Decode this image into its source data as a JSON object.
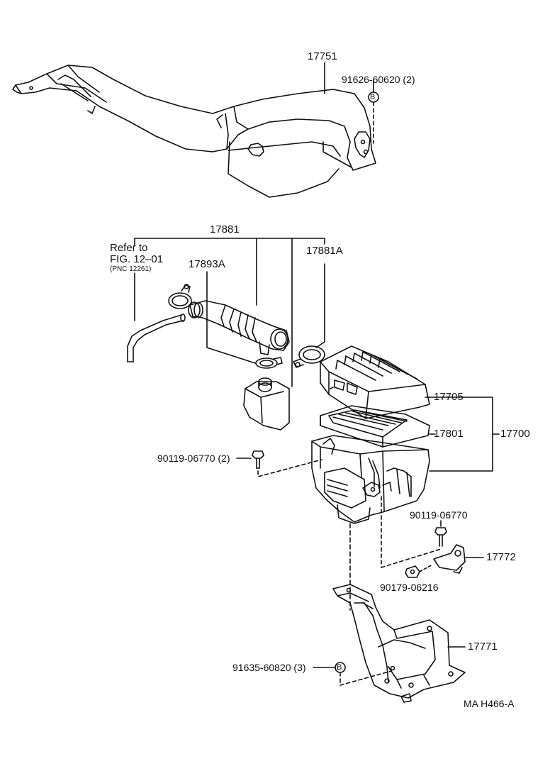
{
  "labels": {
    "p17751": "17751",
    "p91626": "91626-60620 (2)",
    "p17881": "17881",
    "refer_line1": "Refer to",
    "refer_line2": "FIG. 12–01",
    "refer_line3": "(PNC 12261)",
    "p17893A": "17893A",
    "p17881A": "17881A",
    "p17705": "17705",
    "p17801": "17801",
    "p17700": "17700",
    "p90119_2": "90119-06770 (2)",
    "p90119": "90119-06770",
    "p17772": "17772",
    "p90179": "90179-06216",
    "p17771": "17771",
    "p91635": "91635-60820 (3)",
    "ref_code": "MA H466-A",
    "mark_b1": "B",
    "mark_b2": "B"
  },
  "colors": {
    "ink": "#111111",
    "paper": "#ffffff"
  }
}
